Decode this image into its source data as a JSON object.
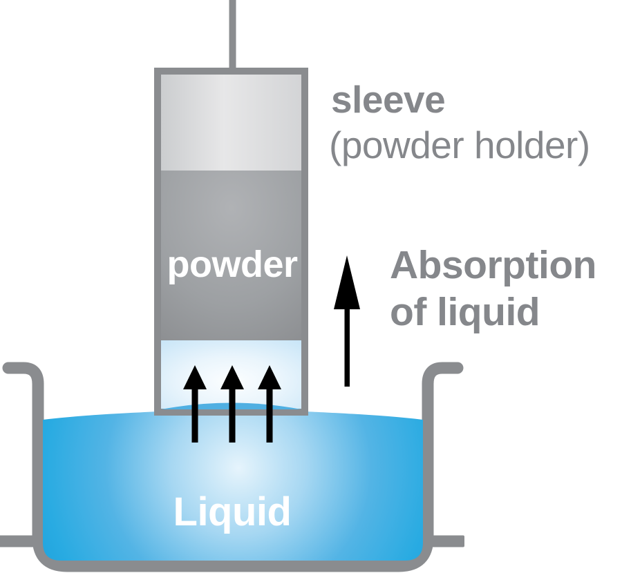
{
  "diagram": {
    "name": "powder-liquid-absorption-diagram",
    "labels": {
      "sleeve_title": "sleeve",
      "sleeve_subtitle": "(powder holder)",
      "powder": "powder",
      "absorption_line1": "Absorption",
      "absorption_line2": "of liquid",
      "liquid": "Liquid"
    },
    "colors": {
      "liquid_blue": "#29ABE2",
      "liquid_glow": "#E6F4FC",
      "wall_gray": "#8A8C8F",
      "powder_gray": "#9B9DA0",
      "sleeve_inner_gray": "#DCDDDE",
      "wetted_zone_blue": "#D9ECF9",
      "inner_liquid_dome_blue": "#4FAFE2",
      "label_gray": "#85878B",
      "arrow_black": "#000000",
      "label_white": "#FFFFFF"
    }
  }
}
